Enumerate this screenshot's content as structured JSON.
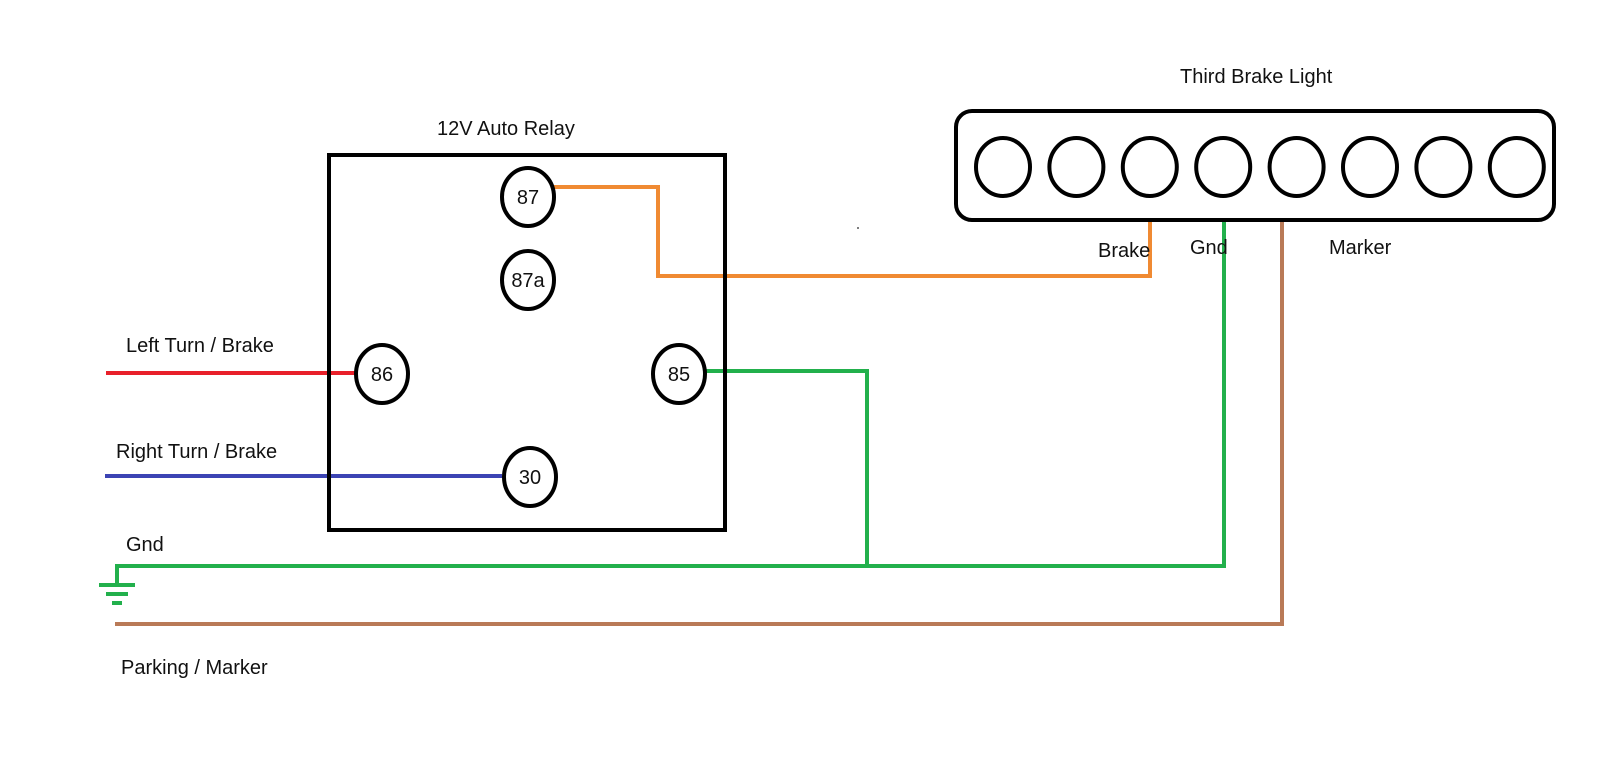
{
  "relay": {
    "title": "12V Auto Relay",
    "pins": [
      {
        "id": "87",
        "label": "87"
      },
      {
        "id": "87a",
        "label": "87a"
      },
      {
        "id": "86",
        "label": "86"
      },
      {
        "id": "85",
        "label": "85"
      },
      {
        "id": "30",
        "label": "30"
      }
    ]
  },
  "brake_light": {
    "title": "Third Brake Light",
    "lamp_count": 8,
    "terminals": {
      "brake": "Brake",
      "gnd": "Gnd",
      "marker": "Marker"
    }
  },
  "inputs": {
    "left_turn_brake": "Left Turn / Brake",
    "right_turn_brake": "Right Turn / Brake",
    "gnd": "Gnd",
    "parking_marker": "Parking / Marker"
  },
  "colors": {
    "orange_wire": "#f08a32",
    "red_wire": "#e8202a",
    "blue_wire": "#3c44b4",
    "green_wire": "#22b04c",
    "brown_wire": "#b97a57",
    "outline": "#000000"
  },
  "icons": {
    "ground": "ground-symbol-icon"
  }
}
